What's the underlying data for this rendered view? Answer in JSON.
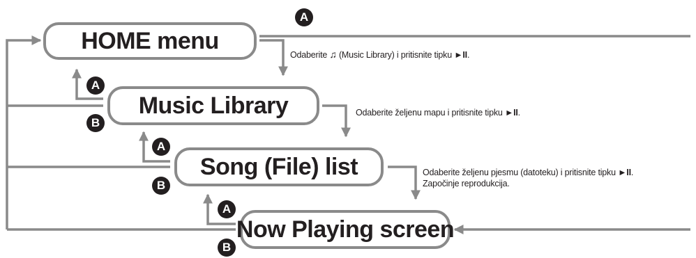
{
  "boxes": {
    "home": "HOME menu",
    "library": "Music Library",
    "songs": "Song (File) list",
    "playing": "Now Playing screen"
  },
  "notes": {
    "home_pre": "Odaberite ",
    "home_glyph": "♫",
    "home_post": " (Music Library) i pritisnite tipku ",
    "library": "Odaberite željenu mapu i pritisnite tipku ",
    "songs_line1": "Odaberite željenu pjesmu (datoteku) i pritisnite tipku ",
    "songs_line2": "Započinje reprodukcija.",
    "play_pause_glyph": "►II",
    "period": "."
  },
  "badges": {
    "a": "A",
    "b": "B"
  },
  "colors": {
    "line": "#8a8a8a",
    "text": "#231f20",
    "badge": "#231f20"
  }
}
